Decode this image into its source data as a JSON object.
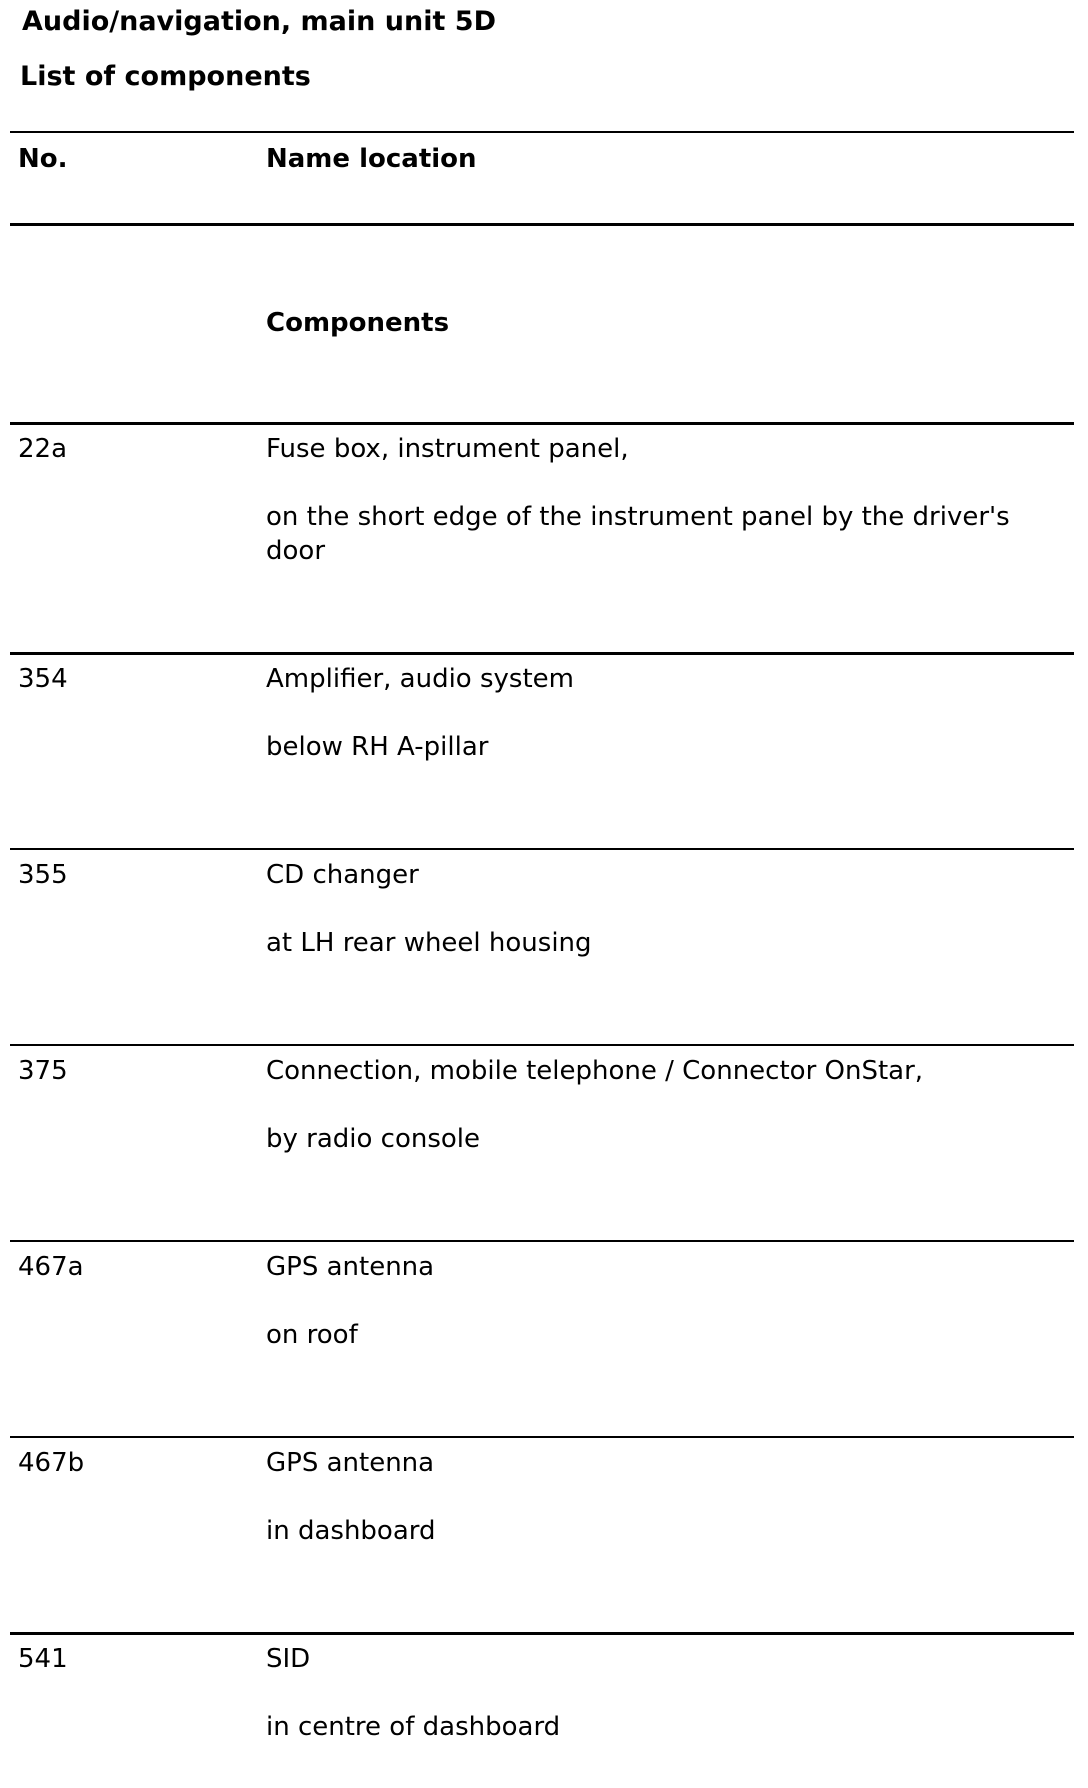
{
  "document": {
    "title": "Audio/navigation, main unit 5D",
    "subtitle": "List of components"
  },
  "table": {
    "headers": {
      "no": "No.",
      "name_location": "Name location"
    },
    "section_label": "Components",
    "rows": [
      {
        "no": "22a",
        "name": "Fuse box, instrument panel,",
        "location": "on the short edge of the instrument panel by the driver's door"
      },
      {
        "no": "354",
        "name": "Amplifier, audio system",
        "location": "below RH A-pillar"
      },
      {
        "no": "355",
        "name": "CD changer",
        "location": "at LH rear wheel housing"
      },
      {
        "no": "375",
        "name": "Connection, mobile telephone / Connector OnStar,",
        "location": "by radio console"
      },
      {
        "no": "467a",
        "name": "GPS antenna",
        "location": "on roof"
      },
      {
        "no": "467b",
        "name": "GPS antenna",
        "location": "in dashboard"
      },
      {
        "no": "541",
        "name": "SID",
        "location": "in centre of dashboard"
      }
    ]
  }
}
